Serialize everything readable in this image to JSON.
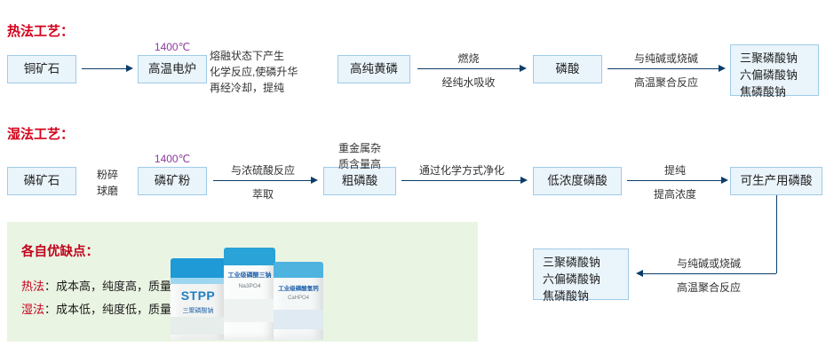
{
  "sections": {
    "thermal_title": "热法工艺：",
    "wet_title": "湿法工艺：",
    "summary_title": "各自优缺点："
  },
  "thermal": {
    "nodes": [
      {
        "label": "铜矿石"
      },
      {
        "label": "高温电炉"
      },
      {
        "label": "高纯黄磷"
      },
      {
        "label": "磷酸"
      },
      {
        "label_lines": [
          "三聚磷酸钠",
          "六偏磷酸钠",
          "焦磷酸钠"
        ]
      }
    ],
    "labels": {
      "temp": "1400℃",
      "step1_line1": "熔融状态下产生",
      "step1_line2": "化学反应,使磷升华",
      "step1_line3": "再经冷却，提纯",
      "step2_line1": "燃烧",
      "step2_line2": "经纯水吸收",
      "step3_line1": "与纯碱或烧碱",
      "step3_line2": "高温聚合反应"
    }
  },
  "wet": {
    "nodes": [
      {
        "label": "磷矿石"
      },
      {
        "label": "磷矿粉"
      },
      {
        "label": "粗磷酸"
      },
      {
        "label": "低浓度磷酸"
      },
      {
        "label": "可生产用磷酸"
      },
      {
        "label_lines": [
          "三聚磷酸钠",
          "六偏磷酸钠",
          "焦磷酸钠"
        ]
      }
    ],
    "labels": {
      "temp": "1400℃",
      "grind_line1": "粉碎",
      "grind_line2": "球磨",
      "acid_line1": "与浓硫酸反应",
      "acid_line2": "萃取",
      "heavy_line1": "重金属杂",
      "heavy_line2": "质含量高",
      "purify": "通过化学方式净化",
      "concentrate_line1": "提纯",
      "concentrate_line2": "提高浓度",
      "polymer_line1": "与纯碱或烧碱",
      "polymer_line2": "高温聚合反应"
    }
  },
  "summary": {
    "lines": [
      {
        "key": "热法",
        "text": "：成本高，纯度高，质量稳定。"
      },
      {
        "key": "湿法",
        "text": "：成本低，纯度低，质量可以达标。"
      }
    ]
  },
  "photo": {
    "bags": [
      {
        "brand": "STPP",
        "sub": "三聚磷酸钠"
      },
      {
        "brand": "工业级磷酸三钠",
        "sub": "Na3PO4"
      },
      {
        "brand": "工业级磷酸氢钙",
        "sub": "CaHPO4"
      }
    ]
  },
  "colors": {
    "accent_red": "#d4001a",
    "node_fill": "#eaf4fb",
    "node_border": "#9ecbe8",
    "line": "#0b3d6b",
    "panel_bg": "#eaf4e3"
  }
}
